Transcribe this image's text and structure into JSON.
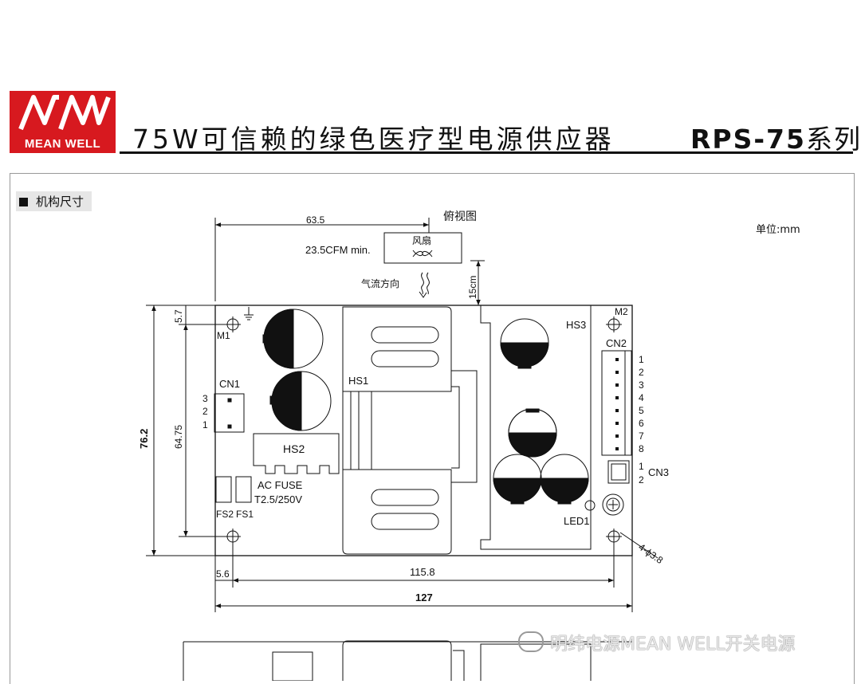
{
  "header": {
    "logo_text": "MEAN WELL",
    "title": "75W可信赖的绿色医疗型电源供应器",
    "series_model": "RPS-75",
    "series_suffix": "系列"
  },
  "section": {
    "label": "机构尺寸"
  },
  "drawing": {
    "view_label": "俯视图",
    "unit_label": "单位:mm",
    "fan_label": "风扇",
    "fan_spec": "23.5CFM min.",
    "airflow_label": "气流方向",
    "fan_distance": "15cm",
    "dim_top": "63.5",
    "dim_height_total": "76.2",
    "dim_height_holes": "64.75",
    "dim_top_offset": "5.7",
    "dim_left_offset": "5.6",
    "dim_width_holes": "115.8",
    "dim_width_total": "127",
    "hole_spec": "4-ϕ3.8",
    "labels": {
      "m1": "M1",
      "m2": "M2",
      "cn1": "CN1",
      "cn2": "CN2",
      "cn3": "CN3",
      "hs1": "HS1",
      "hs2": "HS2",
      "hs3": "HS3",
      "led1": "LED1",
      "fs1": "FS1",
      "fs2": "FS2",
      "ac_fuse": "AC FUSE",
      "fuse_rating": "T2.5/250V"
    },
    "cn1_pins": [
      "3",
      "2",
      "1"
    ],
    "cn2_pins": [
      "1",
      "2",
      "3",
      "4",
      "5",
      "6",
      "7",
      "8"
    ],
    "cn3_pins": [
      "1",
      "2"
    ]
  },
  "watermark": {
    "text": "明纬电源MEAN WELL开关电源"
  },
  "colors": {
    "brand_red": "#d7191f",
    "line": "#111111"
  }
}
